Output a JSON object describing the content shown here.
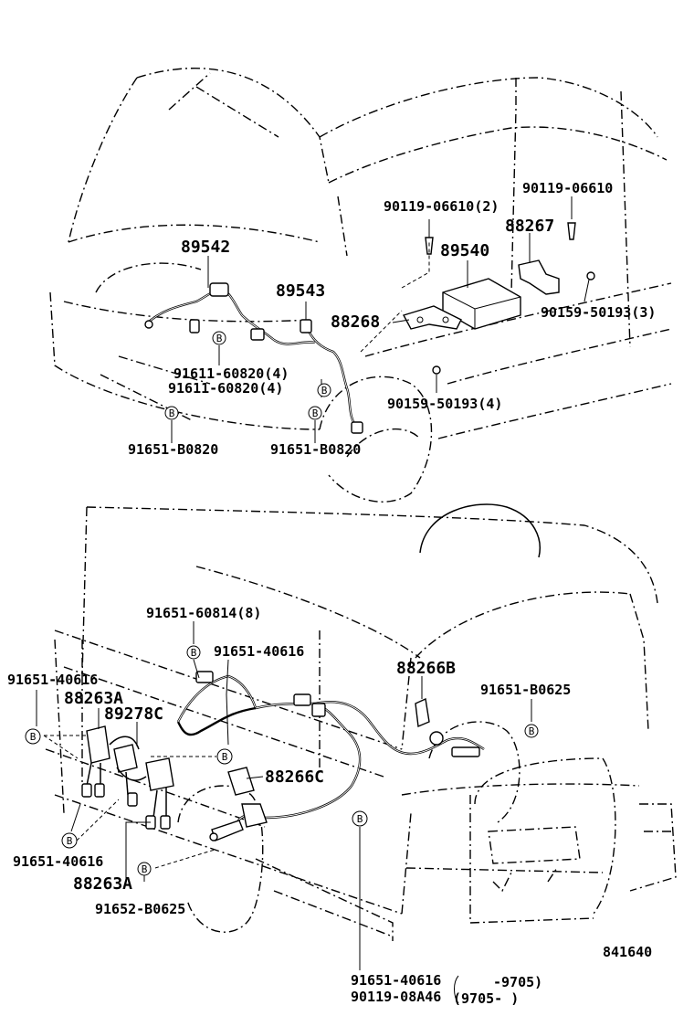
{
  "diagram": {
    "figure_number": "841640",
    "marker_letter": "B",
    "front_labels": {
      "sensor_front_lh": "89542",
      "sensor_front_rh": "89543",
      "computer": "89540",
      "bracket_a": "88267",
      "bracket_b": "88268",
      "bolt_top_right": "90119-06610",
      "bolt_top_left": "90119-06610(2)",
      "bolt_bracket_a": "90159-50193(3)",
      "bolt_bracket_b": "90159-50193(4)",
      "clamp_upper": "91611-60820(4)",
      "clamp_lower": "91611-60820(4)",
      "clip_left": "91651-B0820",
      "clip_right": "91651-B0820"
    },
    "rear_labels": {
      "clip_60814": "91651-60814(8)",
      "clip_40616_center": "91651-40616",
      "clip_40616_left": "91651-40616",
      "sensor_88263A_upper": "88263A",
      "sensor_89278C": "89278C",
      "sensor_88266B": "88266B",
      "clip_B0625_right": "91651-B0625",
      "sensor_88266C": "88266C",
      "clip_40616_lower_left": "91651-40616",
      "sensor_88263A_lower": "88263A",
      "clip_B0625_left": "91652-B0625",
      "bottom_part_1": "91651-40616",
      "bottom_part_2": "90119-08A46",
      "date_range_1": "-9705)",
      "date_range_2": "(9705-      )"
    }
  }
}
